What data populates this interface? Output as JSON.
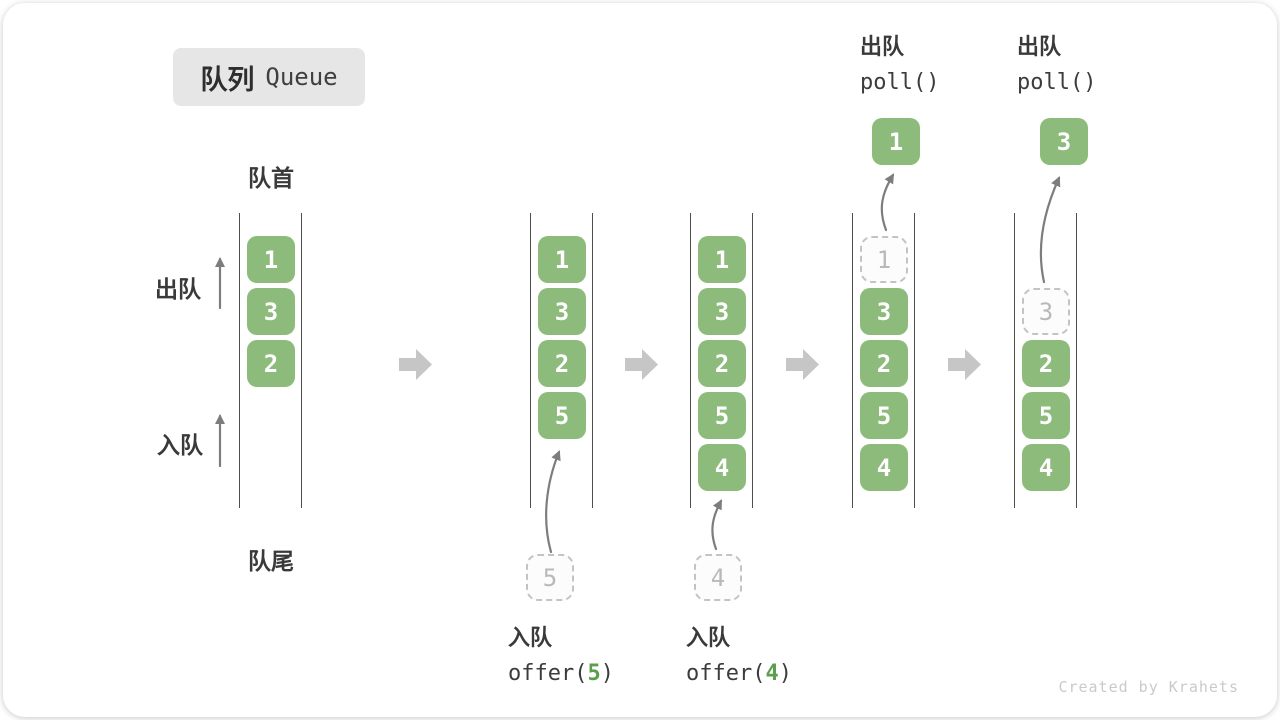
{
  "title": {
    "zh": "队列",
    "en": "Queue"
  },
  "labels": {
    "front": "队首",
    "rear": "队尾",
    "dequeue": "出队",
    "enqueue": "入队"
  },
  "watermark": "Created by Krahets",
  "colors": {
    "box-green": "#8CBB7B",
    "arg-green": "#5B9E4D",
    "text-dark": "#3A3A3A",
    "code-dark": "#3C3C3C",
    "wall-gray": "#4F4F4F",
    "dashed-border": "#C3C3C3",
    "dashed-text": "#B9B9B9",
    "flow-arrow-gray": "#C6C6C6",
    "curve-arrow-gray": "#7D7D7D",
    "badge-bg": "#E6E6E6",
    "watermark-gray": "#CACACA"
  },
  "diagram": {
    "states": [
      {
        "slots": [
          {
            "v": "1",
            "t": "green"
          },
          {
            "v": "3",
            "t": "green"
          },
          {
            "v": "2",
            "t": "green"
          }
        ]
      },
      {
        "slots": [
          {
            "v": "1",
            "t": "green"
          },
          {
            "v": "3",
            "t": "green"
          },
          {
            "v": "2",
            "t": "green"
          },
          {
            "v": "5",
            "t": "green"
          }
        ],
        "pending": {
          "v": "5"
        },
        "op": {
          "kind": "enqueue",
          "zh": "入队",
          "code": {
            "pre": "offer(",
            "arg": "5",
            "post": ")"
          }
        }
      },
      {
        "slots": [
          {
            "v": "1",
            "t": "green"
          },
          {
            "v": "3",
            "t": "green"
          },
          {
            "v": "2",
            "t": "green"
          },
          {
            "v": "5",
            "t": "green"
          },
          {
            "v": "4",
            "t": "green"
          }
        ],
        "pending": {
          "v": "4"
        },
        "op": {
          "kind": "enqueue",
          "zh": "入队",
          "code": {
            "pre": "offer(",
            "arg": "4",
            "post": ")"
          }
        }
      },
      {
        "slots": [
          {
            "v": "1",
            "t": "dashed"
          },
          {
            "v": "3",
            "t": "green"
          },
          {
            "v": "2",
            "t": "green"
          },
          {
            "v": "5",
            "t": "green"
          },
          {
            "v": "4",
            "t": "green"
          }
        ],
        "out": {
          "v": "1"
        },
        "op": {
          "kind": "dequeue",
          "zh": "出队",
          "code": {
            "pre": "poll()",
            "arg": "",
            "post": ""
          }
        }
      },
      {
        "slots": [
          {
            "v": "",
            "t": "empty"
          },
          {
            "v": "3",
            "t": "dashed"
          },
          {
            "v": "2",
            "t": "green"
          },
          {
            "v": "5",
            "t": "green"
          },
          {
            "v": "4",
            "t": "green"
          }
        ],
        "out": {
          "v": "3"
        },
        "op": {
          "kind": "dequeue",
          "zh": "出队",
          "code": {
            "pre": "poll()",
            "arg": "",
            "post": ""
          }
        }
      }
    ]
  }
}
